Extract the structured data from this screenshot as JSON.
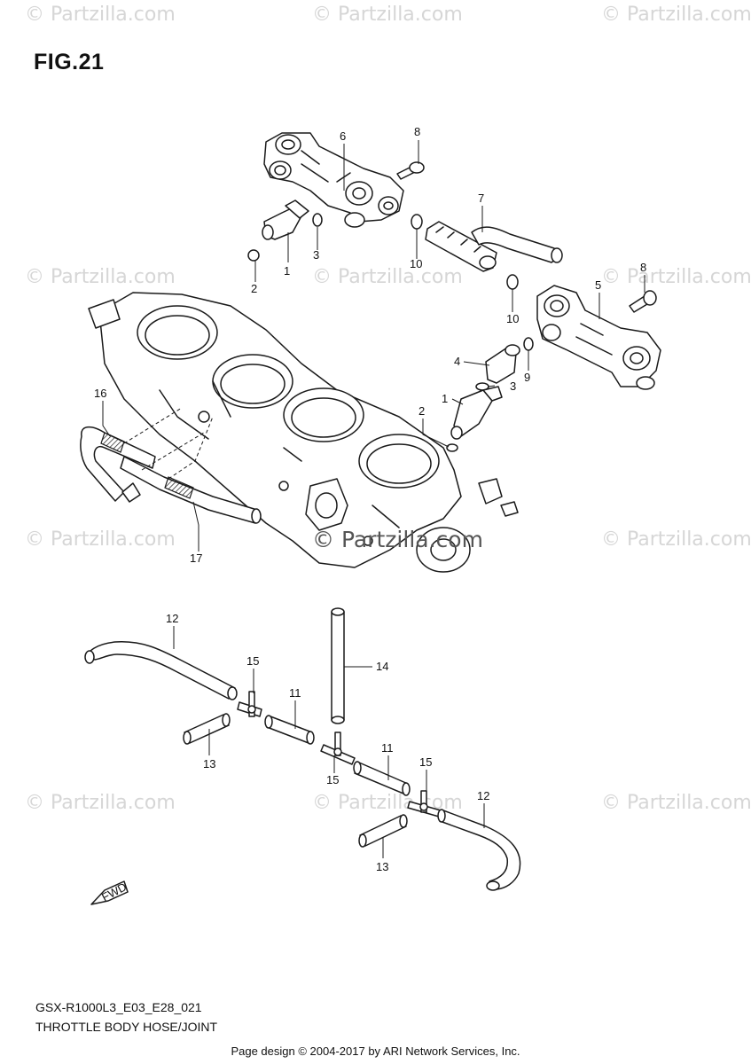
{
  "figure": {
    "title": "FIG.21",
    "model_code": "GSX-R1000L3_E03_E28_021",
    "caption": "THROTTLE BODY HOSE/JOINT"
  },
  "watermark": {
    "text": "© Partzilla.com",
    "center_text": "© Partzilla.com"
  },
  "footer": {
    "text": "Page design © 2004-2017 by ARI Network Services, Inc."
  },
  "direction_marker": {
    "text": "FWD"
  },
  "callouts": [
    {
      "id": "c-6a",
      "label": "6"
    },
    {
      "id": "c-8a",
      "label": "8"
    },
    {
      "id": "c-7",
      "label": "7"
    },
    {
      "id": "c-1a",
      "label": "1"
    },
    {
      "id": "c-3a",
      "label": "3"
    },
    {
      "id": "c-10a",
      "label": "10"
    },
    {
      "id": "c-2a",
      "label": "2"
    },
    {
      "id": "c-10b",
      "label": "10"
    },
    {
      "id": "c-8b",
      "label": "8"
    },
    {
      "id": "c-5",
      "label": "5"
    },
    {
      "id": "c-4",
      "label": "4"
    },
    {
      "id": "c-9",
      "label": "9"
    },
    {
      "id": "c-3b",
      "label": "3"
    },
    {
      "id": "c-1b",
      "label": "1"
    },
    {
      "id": "c-2b",
      "label": "2"
    },
    {
      "id": "c-16",
      "label": "16"
    },
    {
      "id": "c-17",
      "label": "17"
    },
    {
      "id": "c-12a",
      "label": "12"
    },
    {
      "id": "c-14",
      "label": "14"
    },
    {
      "id": "c-15a",
      "label": "15"
    },
    {
      "id": "c-11a",
      "label": "11"
    },
    {
      "id": "c-13a",
      "label": "13"
    },
    {
      "id": "c-15b",
      "label": "15"
    },
    {
      "id": "c-11b",
      "label": "11"
    },
    {
      "id": "c-15c",
      "label": "15"
    },
    {
      "id": "c-12b",
      "label": "12"
    },
    {
      "id": "c-13b",
      "label": "13"
    }
  ]
}
